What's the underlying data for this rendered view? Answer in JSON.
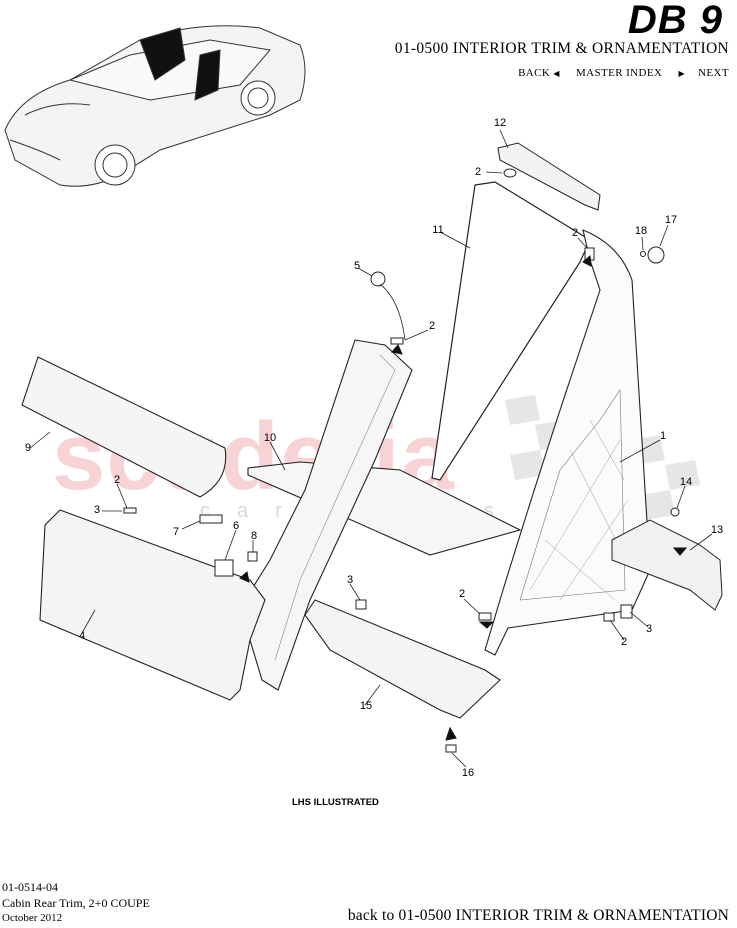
{
  "header": {
    "logo": "DB 9",
    "section_title": "01-0500 INTERIOR TRIM & ORNAMENTATION",
    "nav": {
      "back": "BACK",
      "master_index": "MASTER INDEX",
      "next": "NEXT"
    }
  },
  "watermark": {
    "main": "scuderia",
    "sub": "car parts"
  },
  "diagram": {
    "note": "LHS ILLUSTRATED",
    "callouts": [
      "12",
      "2",
      "11",
      "2",
      "18",
      "17",
      "5",
      "2",
      "1",
      "10",
      "9",
      "2",
      "3",
      "7",
      "6",
      "8",
      "14",
      "13",
      "3",
      "2",
      "2",
      "3",
      "4",
      "15",
      "16"
    ]
  },
  "footer": {
    "code": "01-0514-04",
    "title": "Cabin Rear Trim, 2+0 COUPE",
    "date": "October 2012",
    "back_link": "back to 01-0500 INTERIOR TRIM & ORNAMENTATION"
  },
  "colors": {
    "watermark": "#f5c5c8",
    "highlight": "#111111"
  }
}
